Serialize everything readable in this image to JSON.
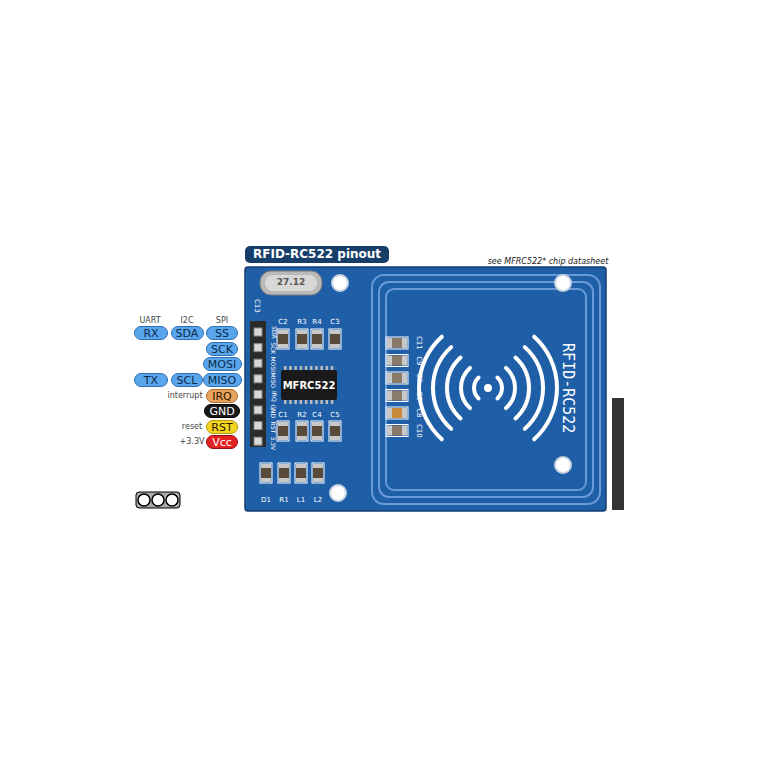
{
  "diagram": {
    "title": "RFID-RC522 pinout",
    "nodes": [
      {
        "text": [
          "RX"
        ]
      },
      {
        "text": [
          "SDA"
        ]
      },
      {
        "text": [
          "SS"
        ]
      },
      {
        "text": [
          "SCK"
        ]
      },
      {
        "text": [
          "MOSI"
        ]
      },
      {
        "text": [
          "TX"
        ]
      },
      {
        "text": [
          "SCL"
        ]
      },
      {
        "text": [
          "MISO"
        ]
      },
      {
        "text": [
          "IRQ"
        ]
      },
      {
        "text": [
          "GND"
        ]
      },
      {
        "text": [
          "RST"
        ]
      },
      {
        "text": [
          "Vcc"
        ]
      },
      {
        "text": [
          "MFRC522"
        ]
      }
    ],
    "labels": [
      "see MFRC522* chip datasheet",
      "UART",
      "I2C",
      "SPI",
      "interrupt",
      "reset",
      "+3.3V",
      "27.12",
      "C13",
      "C2",
      "R3",
      "R4",
      "C3",
      "C1",
      "R2",
      "C4",
      "C5",
      "D1",
      "R1",
      "L1",
      "L2",
      "C11",
      "C9",
      "C7",
      "C6",
      "C8",
      "C10",
      "SDA",
      "SCK",
      "MOSI",
      "MISO",
      "IRQ",
      "GND",
      "RST",
      "3.3V",
      "RFID-RC522"
    ]
  }
}
